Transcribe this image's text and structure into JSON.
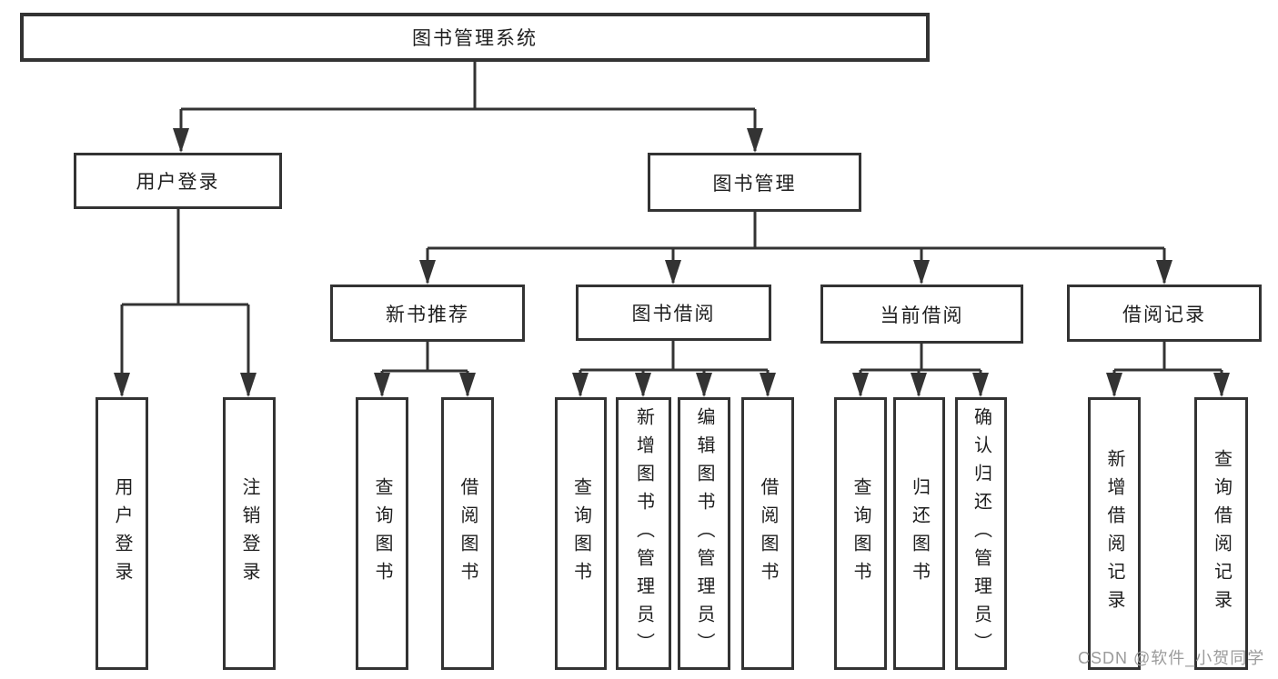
{
  "tree": {
    "root": "图书管理系统",
    "branches": [
      {
        "label": "用户登录",
        "children": [
          "用户登录",
          "注销登录"
        ]
      },
      {
        "label": "图书管理",
        "sections": [
          {
            "label": "新书推荐",
            "children": [
              "查询图书",
              "借阅图书"
            ]
          },
          {
            "label": "图书借阅",
            "children": [
              "查询图书",
              "新增图书（管理员）",
              "编辑图书（管理员）",
              "借阅图书"
            ]
          },
          {
            "label": "当前借阅",
            "children": [
              "查询图书",
              "归还图书",
              "确认归还（管理员）"
            ]
          },
          {
            "label": "借阅记录",
            "children": [
              "新增借阅记录",
              "查询借阅记录"
            ]
          }
        ]
      }
    ]
  },
  "watermark": "CSDN @软件_小贺同学",
  "colors": {
    "line": "#333333",
    "text": "#1e1e1e",
    "watermark": "#9b9b9b",
    "background": "#ffffff"
  }
}
